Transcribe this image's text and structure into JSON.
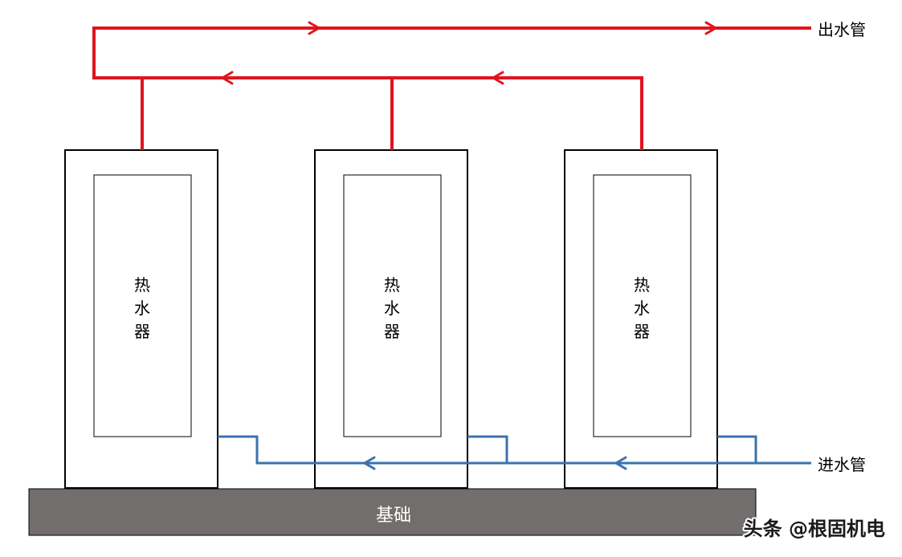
{
  "labels": {
    "outlet_pipe": "出水管",
    "inlet_pipe": "进水管",
    "foundation": "基础",
    "heater_char_1": "热",
    "heater_char_2": "水",
    "heater_char_3": "器"
  },
  "watermark": "头条 @根固机电",
  "colors": {
    "outlet_pipe": "#e0141e",
    "inlet_pipe": "#3a73ad",
    "foundation": "#726e6d",
    "outline": "#000000",
    "foundation_text": "#ffffff"
  }
}
